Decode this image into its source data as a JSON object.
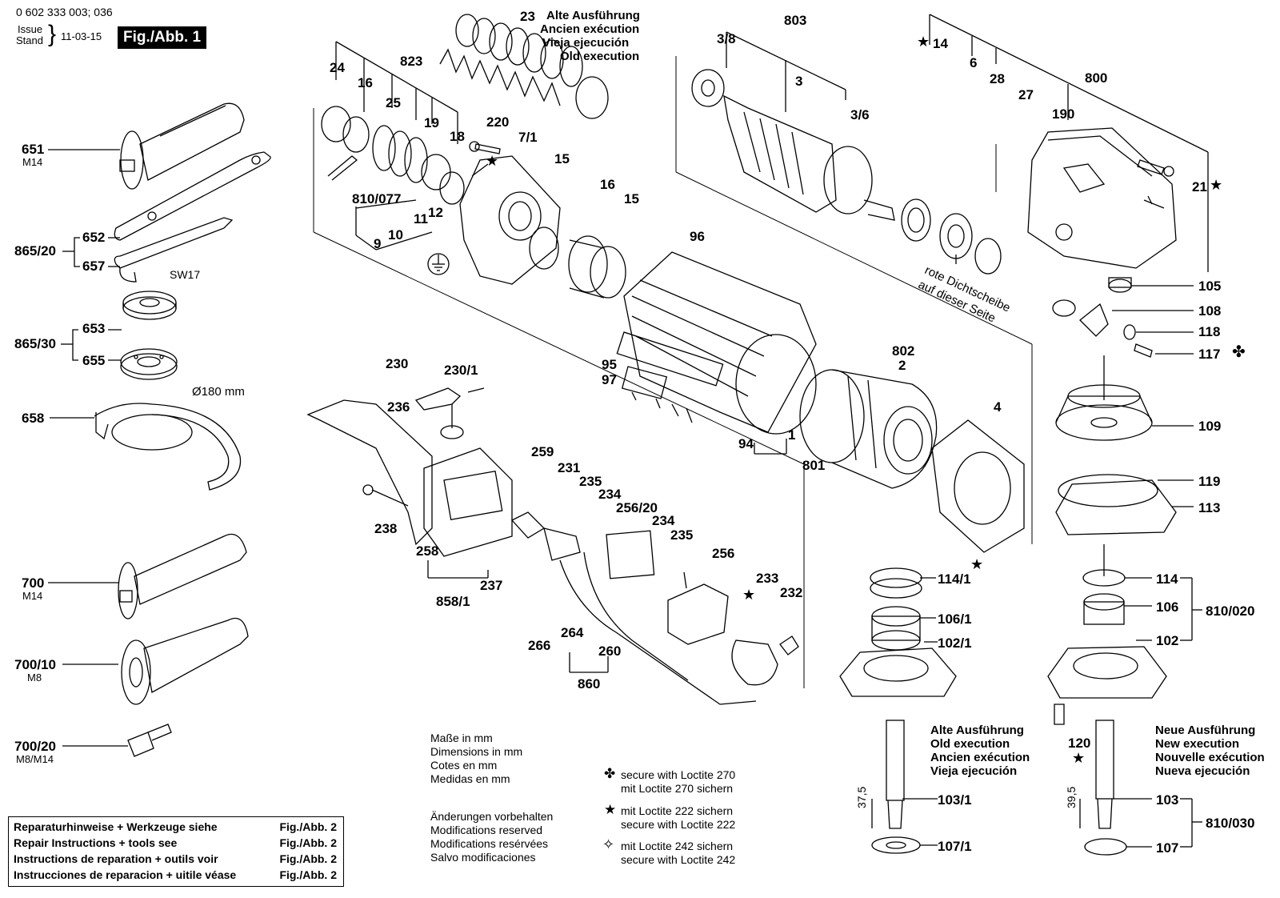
{
  "header": {
    "doc_number": "0 602 333 003; 036",
    "issue_label": "Issue",
    "stand_label": "Stand",
    "issue_date": "11-03-15",
    "figure_label": "Fig./Abb. 1"
  },
  "old_execution_top": [
    "Alte Ausführung",
    "Ancien exécution",
    "Vieja ejecución",
    "Old execution"
  ],
  "parts": {
    "p651": "651",
    "p651_sub": "M14",
    "p652": "652",
    "p657": "657",
    "p865_20": "865/20",
    "sw17": "SW17",
    "p653": "653",
    "p655": "655",
    "p865_30": "865/30",
    "p658": "658",
    "d180": "Ø180 mm",
    "p700": "700",
    "p700_sub": "M14",
    "p700_10": "700/10",
    "p700_10_sub": "M8",
    "p700_20": "700/20",
    "p700_20_sub": "M8/M14",
    "p24": "24",
    "p16": "16",
    "p823": "823",
    "p25": "25",
    "p19": "19",
    "p18": "18",
    "p23": "23",
    "p220": "220",
    "p7_1": "7/1",
    "p15a": "15",
    "p810_077": "810/077",
    "p12": "12",
    "p11": "11",
    "p10": "10",
    "p9": "9",
    "p16b": "16",
    "p15b": "15",
    "p3_8": "3/8",
    "p803": "803",
    "p3": "3",
    "p3_6": "3/6",
    "p14": "14",
    "p6": "6",
    "p28": "28",
    "p27": "27",
    "p800": "800",
    "p190": "190",
    "p21": "21",
    "seal_note_1": "rote Dichtscheibe",
    "seal_note_2": "auf dieser Seite",
    "p96": "96",
    "p95": "95",
    "p97": "97",
    "p94": "94",
    "p1": "1",
    "p801": "801",
    "p802": "802",
    "p2": "2",
    "p4": "4",
    "p105": "105",
    "p108": "108",
    "p118": "118",
    "p117": "117",
    "p109": "109",
    "p119": "119",
    "p113": "113",
    "p230": "230",
    "p230_1": "230/1",
    "p236": "236",
    "p238": "238",
    "p258": "258",
    "p237": "237",
    "p858_1": "858/1",
    "p259": "259",
    "p231": "231",
    "p235a": "235",
    "p234a": "234",
    "p256_20": "256/20",
    "p234b": "234",
    "p235b": "235",
    "p256": "256",
    "p233": "233",
    "p232": "232",
    "p266": "266",
    "p264": "264",
    "p260": "260",
    "p860": "860",
    "p114_1": "114/1",
    "p106_1": "106/1",
    "p102_1": "102/1",
    "p103_1": "103/1",
    "p107_1": "107/1",
    "dim375": "37,5",
    "p114": "114",
    "p106": "106",
    "p102": "102",
    "p810_020": "810/020",
    "p120": "120",
    "p103": "103",
    "p107": "107",
    "p810_030": "810/030",
    "dim395": "39,5"
  },
  "measure_note": [
    "Maße in mm",
    "Dimensions in mm",
    "Cotes en mm",
    "Medidas en mm"
  ],
  "changes_note": [
    "Änderungen vorbehalten",
    "Modifications reserved",
    "Modifications resérvées",
    "Salvo modificaciones"
  ],
  "legend": {
    "club": [
      "secure with Loctite 270",
      "mit Loctite 270 sichern"
    ],
    "star": [
      "mit Loctite 222 sichern",
      "secure with Loctite 222"
    ],
    "open_star": [
      "mit Loctite 242 sichern",
      "secure with Loctite 242"
    ]
  },
  "old_execution_bottom": [
    "Alte Ausführung",
    "Old execution",
    "Ancien exécution",
    "Vieja ejecución"
  ],
  "new_execution_bottom": [
    "Neue Ausführung",
    "New execution",
    "Nouvelle exécution",
    "Nueva ejecución"
  ],
  "repair_box": [
    {
      "text": "Reparaturhinweise + Werkzeuge siehe",
      "fig": "Fig./Abb. 2"
    },
    {
      "text": "Repair Instructions + tools see",
      "fig": "Fig./Abb. 2"
    },
    {
      "text": "Instructions de reparation + outils voir",
      "fig": "Fig./Abb. 2"
    },
    {
      "text": "Instrucciones de reparacion + uitile véase",
      "fig": "Fig./Abb. 2"
    }
  ],
  "icons": [
    "star-icon",
    "club-icon",
    "open-star-icon",
    "ground-symbol-icon"
  ]
}
